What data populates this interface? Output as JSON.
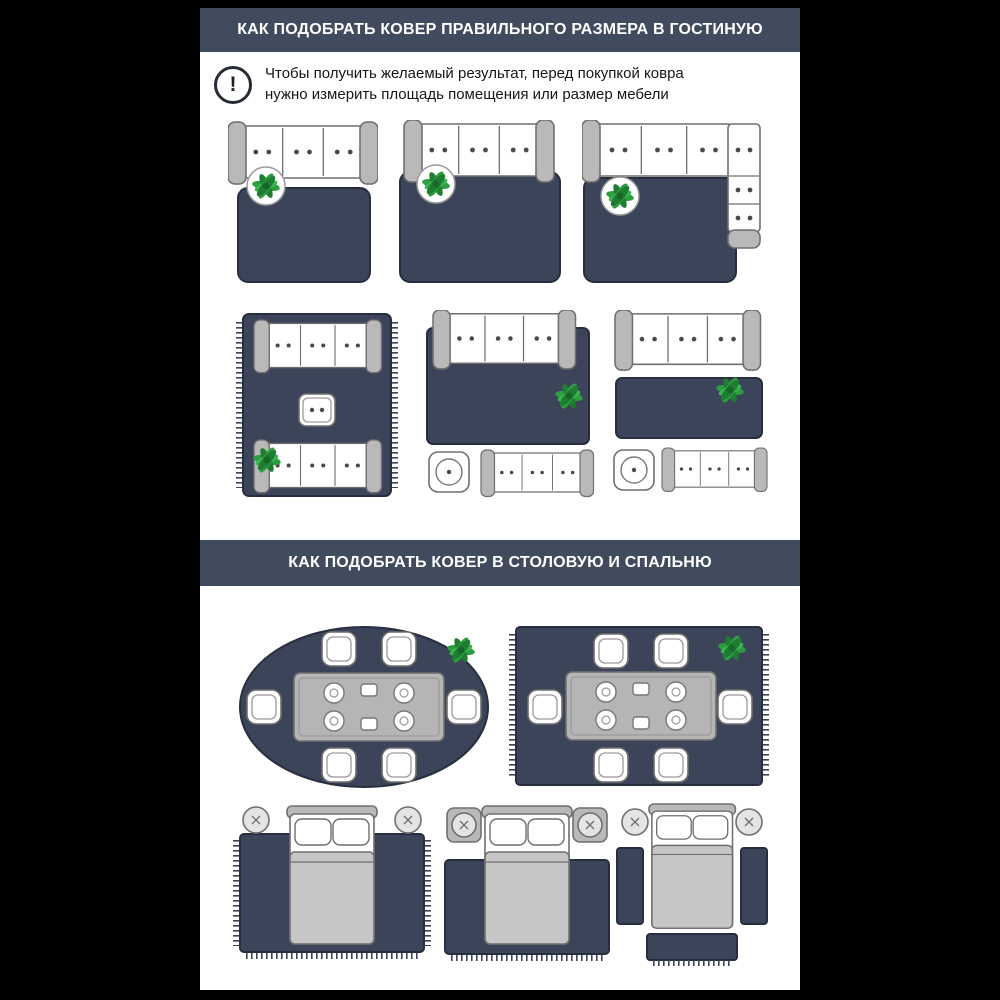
{
  "header_living": {
    "title": "КАК ПОДОБРАТЬ КОВЕР ПРАВИЛЬНОГО РАЗМЕРА В ГОСТИНУЮ"
  },
  "note": {
    "icon": "warning-icon",
    "mark": "!",
    "text": "Чтобы получить желаемый результат, перед покупкой ковра\nнужно измерить площадь помещения или размер мебели"
  },
  "header_dining": {
    "title": "КАК ПОДОБРАТЬ КОВЕР В СТОЛОВУЮ И СПАЛЬНЮ"
  },
  "colors": {
    "page_bg": "#000000",
    "panel_bg": "#ffffff",
    "header_bg": "#404b5e",
    "header_text": "#ffffff",
    "rug_navy": "#3b4459",
    "furniture_gray": "#b9b9b9",
    "outline_gray": "#6f6f6f",
    "plant_green": "#2d9e40"
  }
}
